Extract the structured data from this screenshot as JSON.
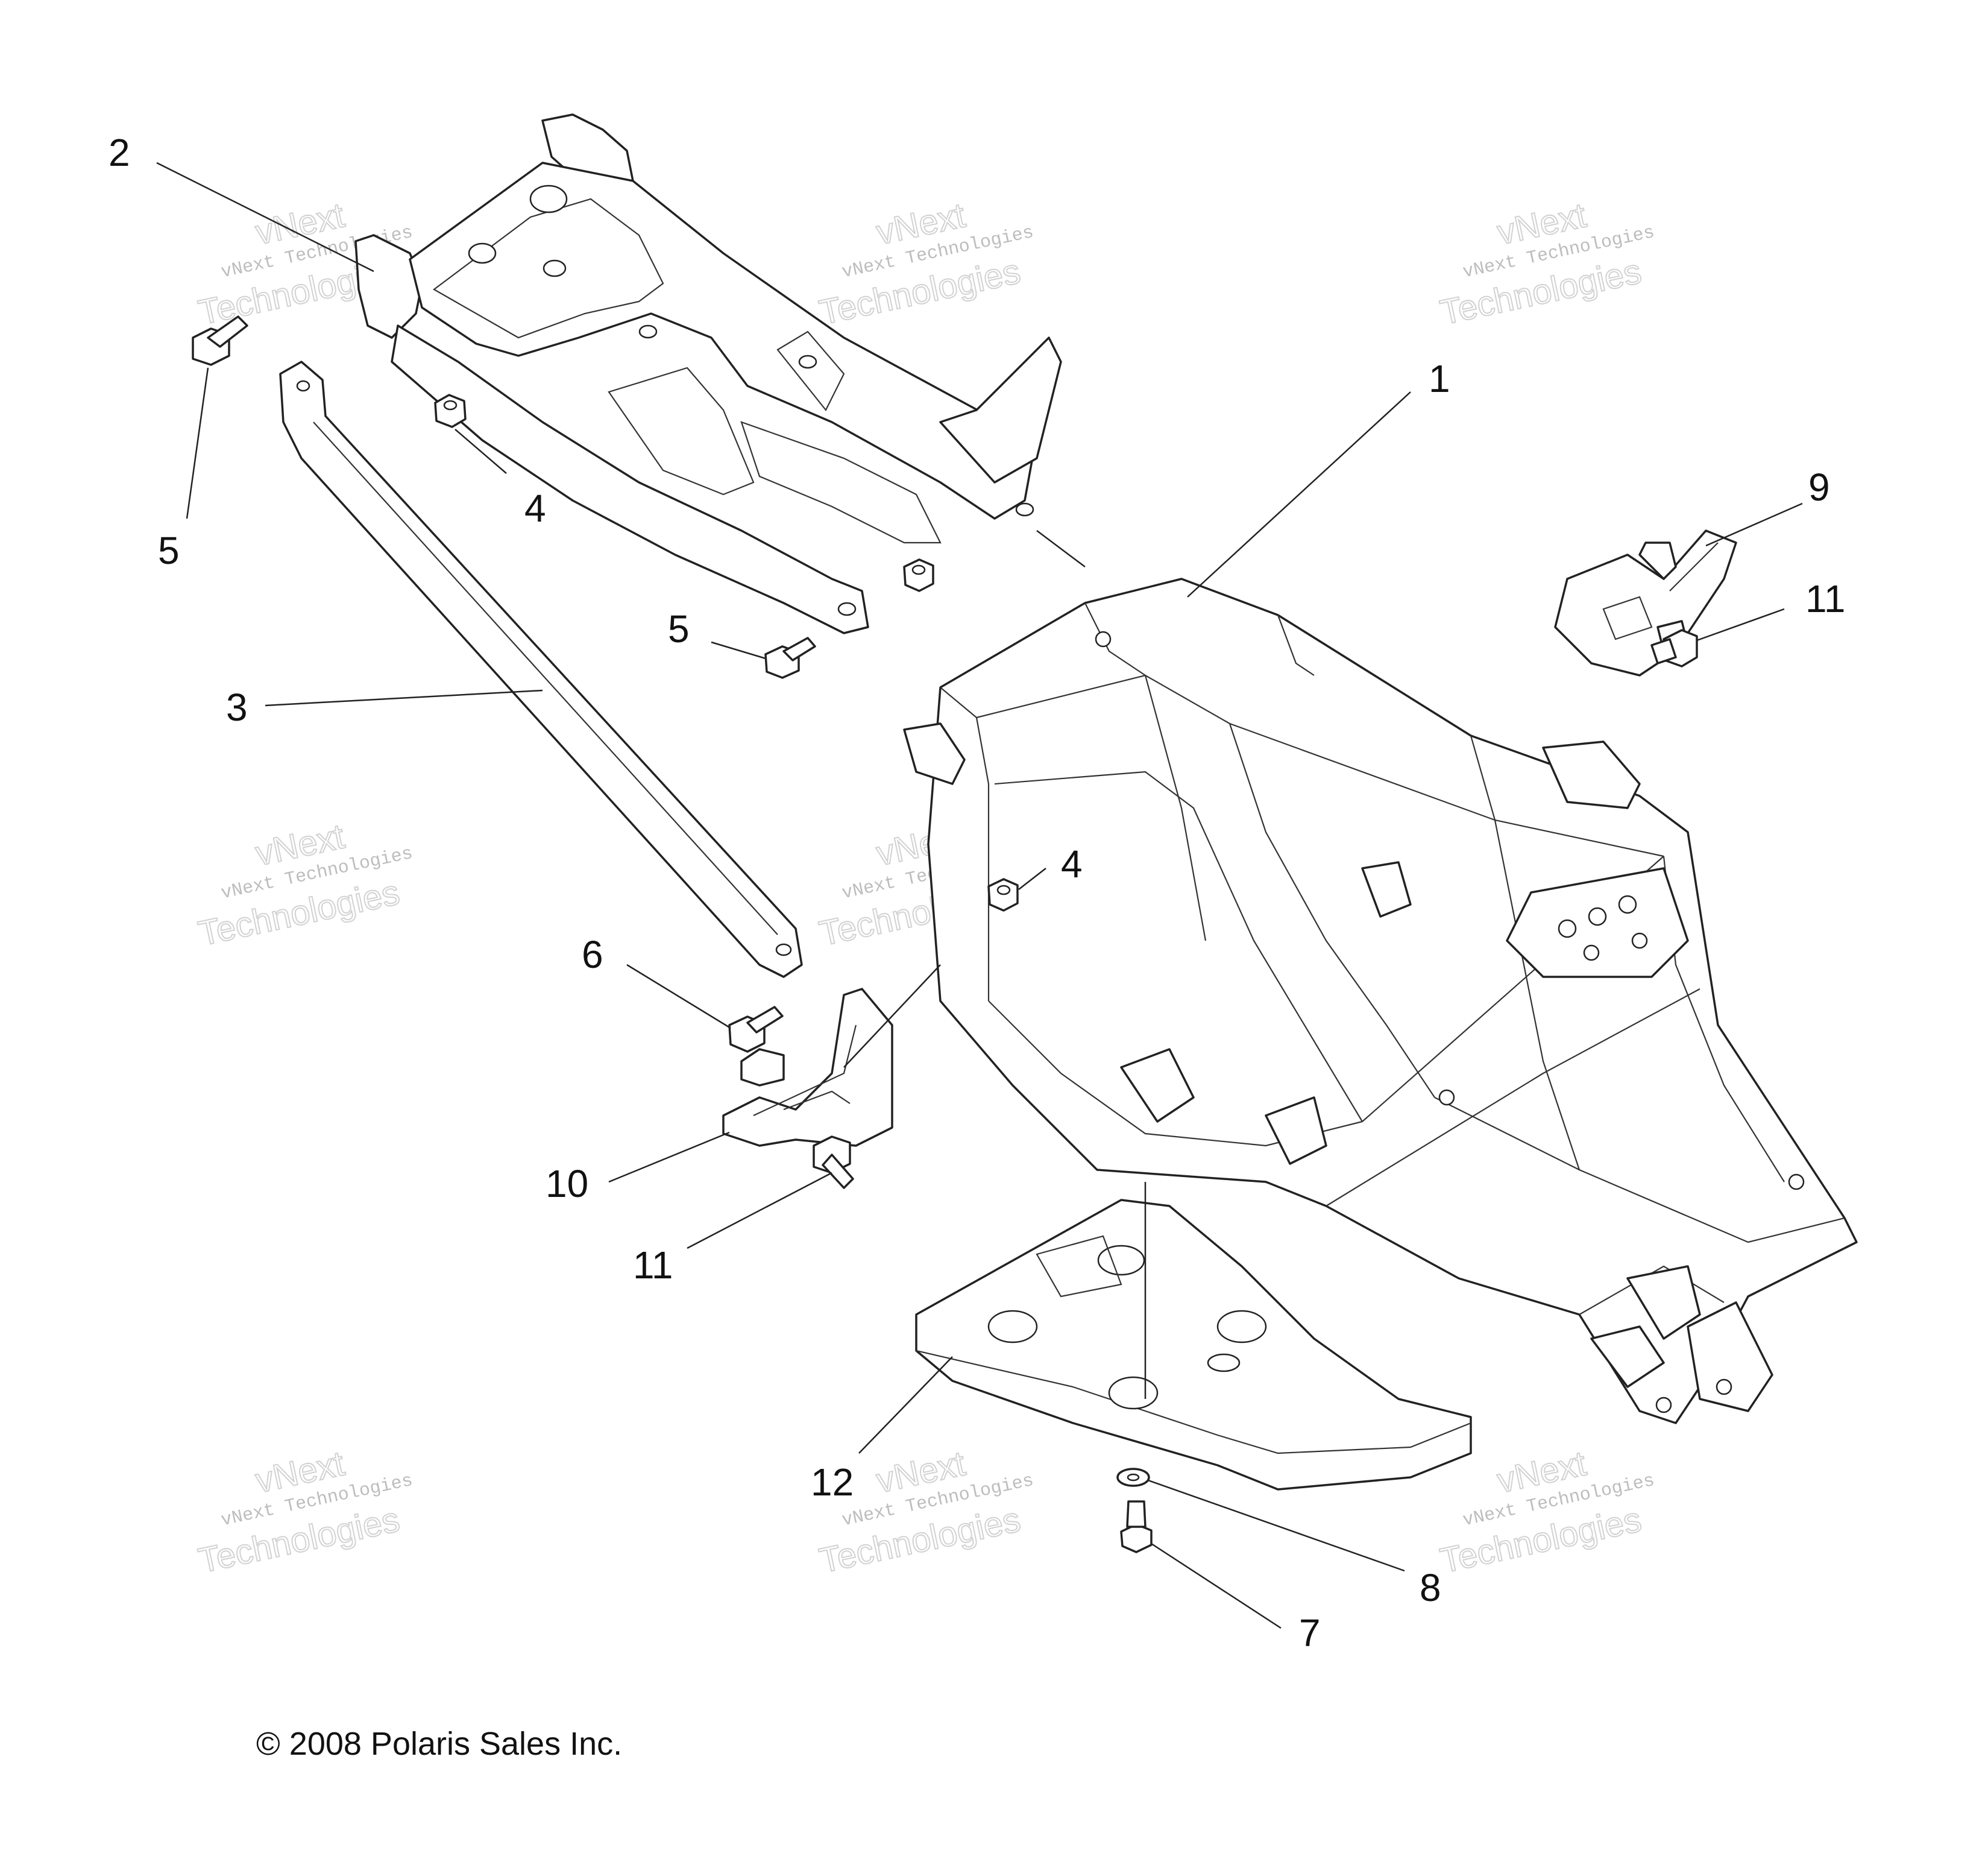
{
  "watermark": {
    "line1": "vNext",
    "line2": "vNext Technologies",
    "line3": "Technologies"
  },
  "callouts": [
    "1",
    "2",
    "3",
    "4",
    "4",
    "5",
    "5",
    "6",
    "7",
    "8",
    "9",
    "10",
    "11",
    "11",
    "12"
  ],
  "copyright": "© 2008 Polaris Sales Inc."
}
